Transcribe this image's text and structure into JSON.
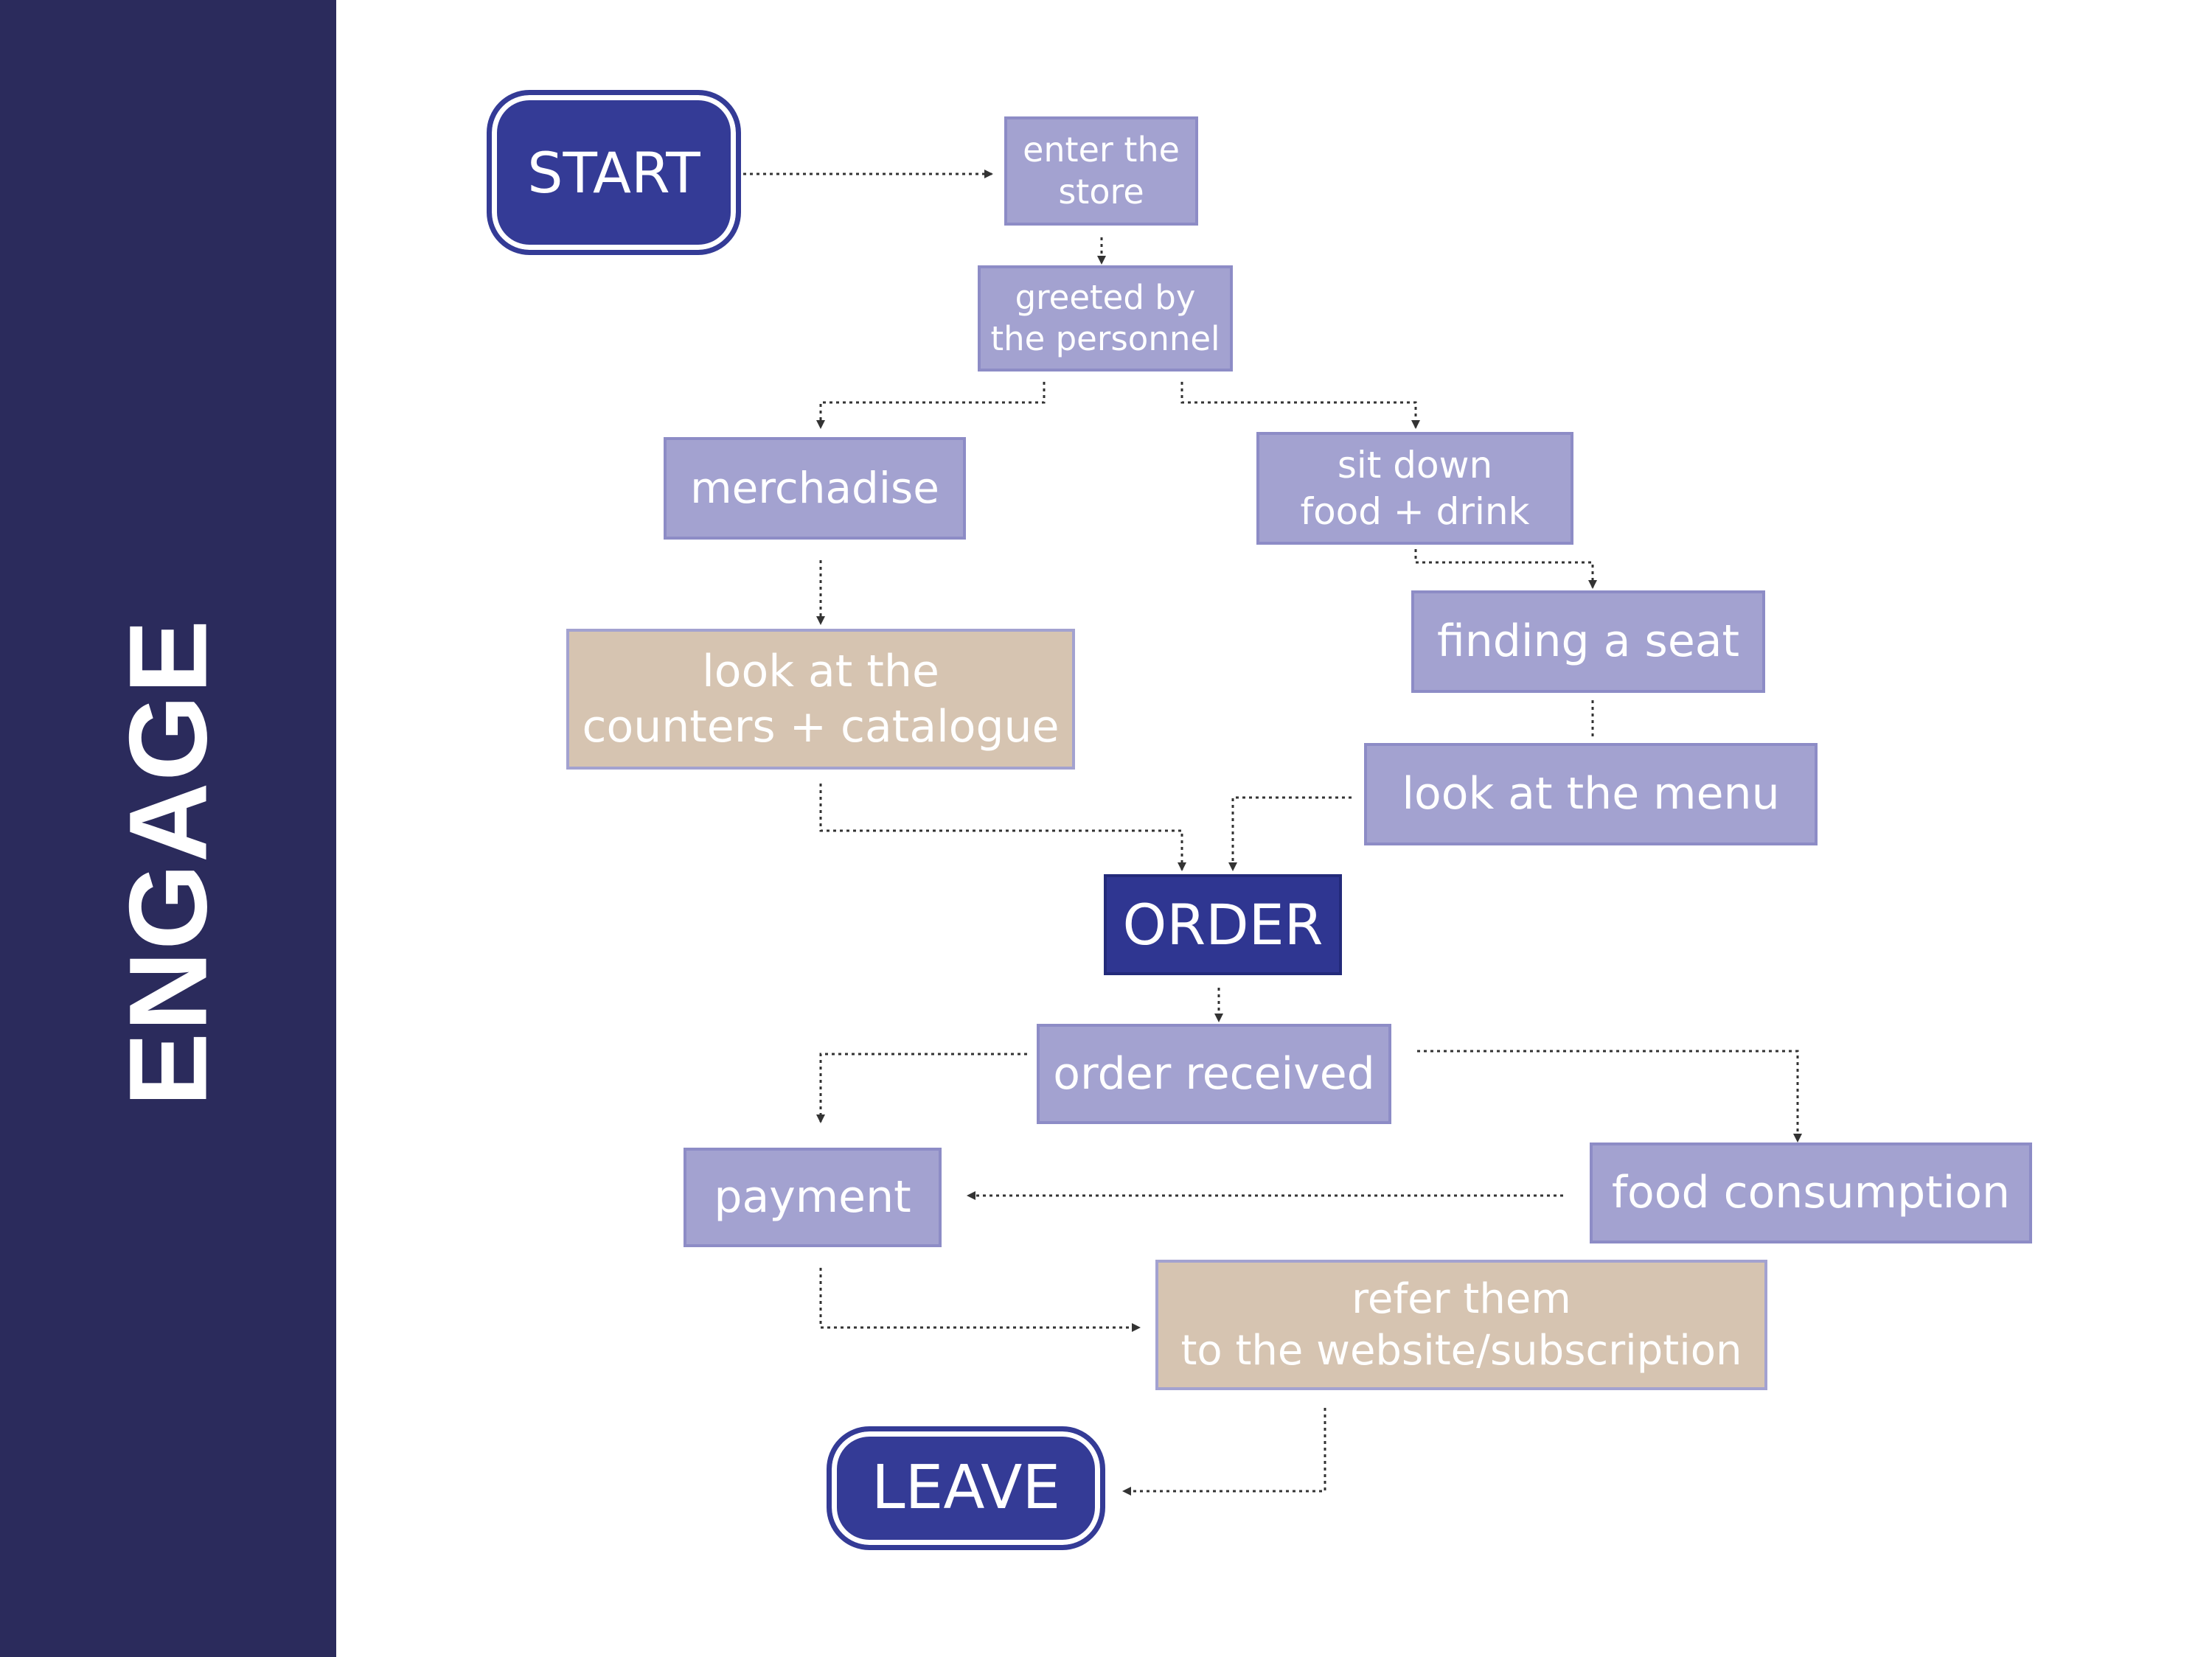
{
  "sidebar": {
    "title": "ENGAGE"
  },
  "colors": {
    "sidebar": "#2b2b5c",
    "lavender_box": "#a3a2d0",
    "tan_box": "#d6c4b1",
    "navy_box": "#2f3691",
    "connector": "#333333"
  },
  "flow": {
    "start": "START",
    "enter_store": "enter the\nstore",
    "greeted": "greeted by\nthe personnel",
    "merchandise": "merchadise",
    "sit_down": "sit down\nfood + drink",
    "finding_seat": "finding a seat",
    "look_counters": "look at the\ncounters + catalogue",
    "look_menu": "look at the menu",
    "order": "ORDER",
    "order_received": "order received",
    "payment": "payment",
    "food_consumption": "food consumption",
    "refer": "refer them\nto the website/subscription",
    "leave": "LEAVE"
  }
}
